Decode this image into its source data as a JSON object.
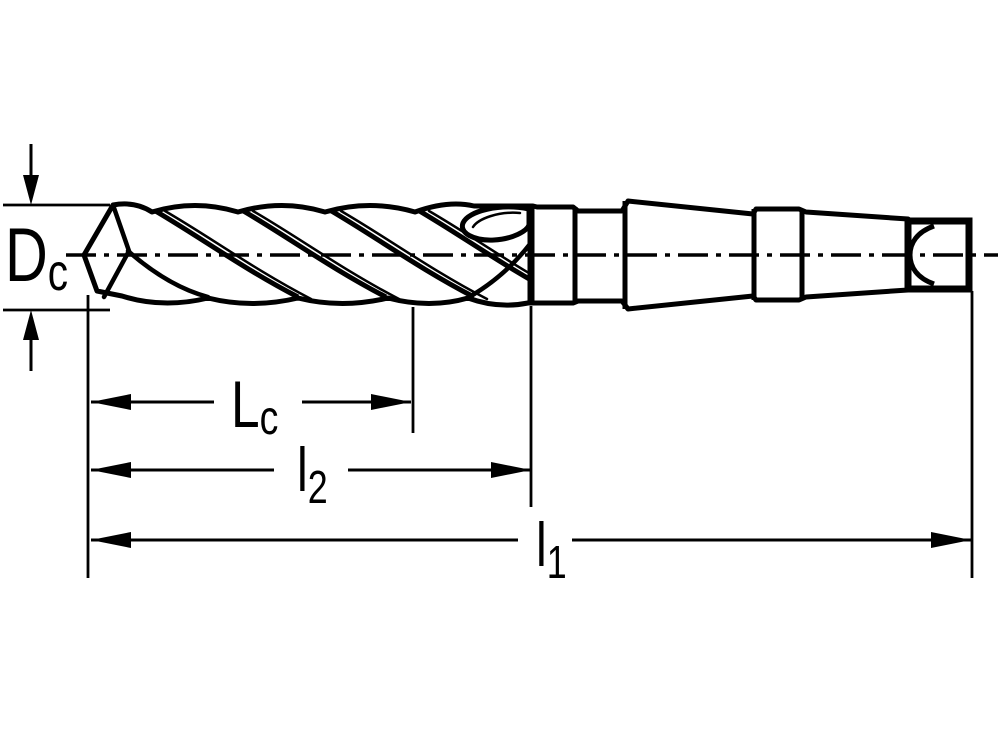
{
  "diagram": {
    "kind": "technical dimension drawing",
    "background_color": "#ffffff",
    "part_fill_color": "#cccccc",
    "line_color": "#000000"
  },
  "labels": {
    "dc": {
      "main": "D",
      "sub": "c"
    },
    "lc": {
      "main": "L",
      "sub": "c"
    },
    "l2": {
      "main": "l",
      "sub": "2"
    },
    "l1": {
      "main": "l",
      "sub": "1"
    }
  }
}
